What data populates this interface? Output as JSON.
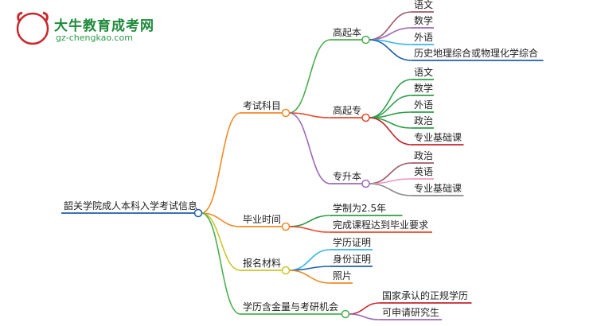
{
  "logo": {
    "glyph": "大牛",
    "title": "大牛教育成考网",
    "url": "gz-chengkao.com"
  },
  "mindmap": {
    "root": "韶关学院成人本科入学考试信息",
    "branches": [
      {
        "label": "考试科目",
        "color": "#f08a24",
        "children": [
          {
            "label": "高起本",
            "color": "#4caf50",
            "children": [
              {
                "label": "语文",
                "color": "#a05a6a"
              },
              {
                "label": "数学",
                "color": "#9b6ab8"
              },
              {
                "label": "外语",
                "color": "#35b6e8"
              },
              {
                "label": "历史地理综合或物理化学综合",
                "color": "#1f5fa8"
              }
            ]
          },
          {
            "label": "高起专",
            "color": "#e8482c",
            "children": [
              {
                "label": "语文",
                "color": "#2e9e4a"
              },
              {
                "label": "数学",
                "color": "#2e9e4a"
              },
              {
                "label": "外语",
                "color": "#2e9e4a"
              },
              {
                "label": "政治",
                "color": "#2e9e4a"
              },
              {
                "label": "专业基础课",
                "color": "#c4262e"
              }
            ]
          },
          {
            "label": "专升本",
            "color": "#9b6ab8",
            "children": [
              {
                "label": "政治",
                "color": "#a05a6a"
              },
              {
                "label": "英语",
                "color": "#f29ac0"
              },
              {
                "label": "专业基础课",
                "color": "#8a8a8a"
              }
            ]
          }
        ]
      },
      {
        "label": "毕业时间",
        "color": "#f08a24",
        "children": [
          {
            "label": "学制为2.5年",
            "color": "#2e9e4a"
          },
          {
            "label": "完成课程达到毕业要求",
            "color": "#e8482c"
          }
        ]
      },
      {
        "label": "报名材料",
        "color": "#c9c62a",
        "children": [
          {
            "label": "学历证明",
            "color": "#35b6e8"
          },
          {
            "label": "身份证明",
            "color": "#1f5fa8"
          },
          {
            "label": "照片",
            "color": "#f08a24"
          }
        ]
      },
      {
        "label": "学历含金量与考研机会",
        "color": "#4caf50",
        "children": [
          {
            "label": "国家承认的正规学历",
            "color": "#c4262e"
          },
          {
            "label": "可申请研究生",
            "color": "#9b6ab8"
          }
        ]
      }
    ]
  }
}
